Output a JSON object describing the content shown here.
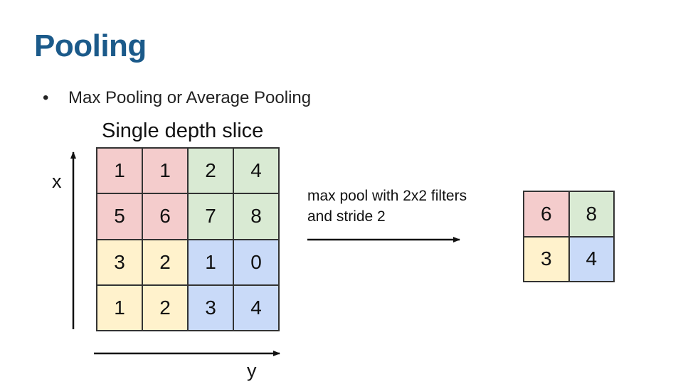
{
  "title": "Pooling",
  "bullet": "Max Pooling or Average Pooling",
  "slice_label": "Single depth slice",
  "axis": {
    "x_label": "x",
    "y_label": "y"
  },
  "operation": {
    "line1": "max pool with 2x2 filters",
    "line2": "and stride 2"
  },
  "colors": {
    "title": "#1b5a8a",
    "red": "#f4cccc",
    "green": "#d9ead3",
    "yellow": "#fff2cc",
    "blue": "#c9daf8"
  },
  "input_grid": [
    [
      {
        "v": "1",
        "c": "red"
      },
      {
        "v": "1",
        "c": "red"
      },
      {
        "v": "2",
        "c": "green"
      },
      {
        "v": "4",
        "c": "green"
      }
    ],
    [
      {
        "v": "5",
        "c": "red"
      },
      {
        "v": "6",
        "c": "red"
      },
      {
        "v": "7",
        "c": "green"
      },
      {
        "v": "8",
        "c": "green"
      }
    ],
    [
      {
        "v": "3",
        "c": "yellow"
      },
      {
        "v": "2",
        "c": "yellow"
      },
      {
        "v": "1",
        "c": "blue"
      },
      {
        "v": "0",
        "c": "blue"
      }
    ],
    [
      {
        "v": "1",
        "c": "yellow"
      },
      {
        "v": "2",
        "c": "yellow"
      },
      {
        "v": "3",
        "c": "blue"
      },
      {
        "v": "4",
        "c": "blue"
      }
    ]
  ],
  "output_grid": [
    [
      {
        "v": "6",
        "c": "red"
      },
      {
        "v": "8",
        "c": "green"
      }
    ],
    [
      {
        "v": "3",
        "c": "yellow"
      },
      {
        "v": "4",
        "c": "blue"
      }
    ]
  ]
}
